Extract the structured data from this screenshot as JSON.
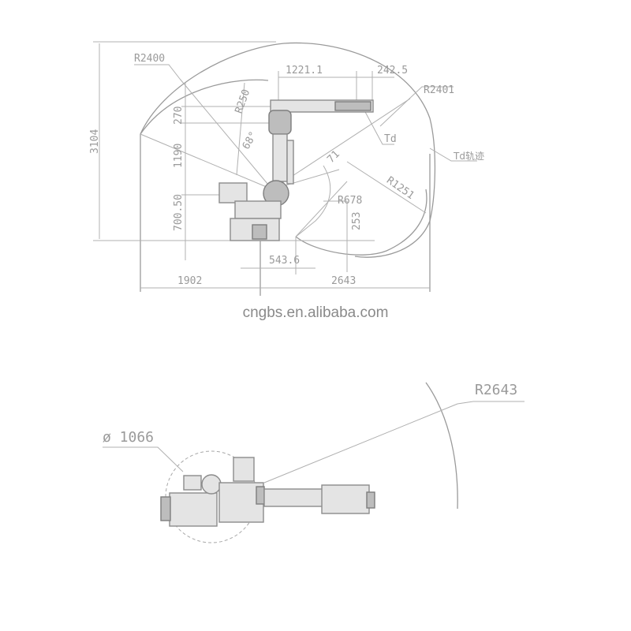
{
  "diagram": {
    "subject": "Industrial robot arm workspace dimension drawing",
    "side_view": {
      "labels": {
        "r_outer_left": "R2400",
        "r_outer_right": "R2401",
        "r_inner": "R250",
        "r_lower": "R1251",
        "r_small": "R678",
        "height_total": "3104",
        "h_270": "270",
        "h_1190": "1190",
        "h_base": "700.50",
        "v_253": "253",
        "arm_length": "1221.1",
        "wrist_offset": "242.5",
        "angle_upper": "68°",
        "angle_lower": "71",
        "offset_543": "543.6",
        "width_left": "1902",
        "width_right": "2643",
        "point_td": "Td",
        "trajectory_td": "Td轨迹"
      }
    },
    "top_view": {
      "labels": {
        "base_diameter": "ø 1066",
        "reach_radius": "R2643"
      }
    },
    "watermark": "cngbs.en.alibaba.com",
    "colors": {
      "line": "#9a9a9a",
      "text": "#9a9a9a",
      "background": "#ffffff"
    }
  }
}
